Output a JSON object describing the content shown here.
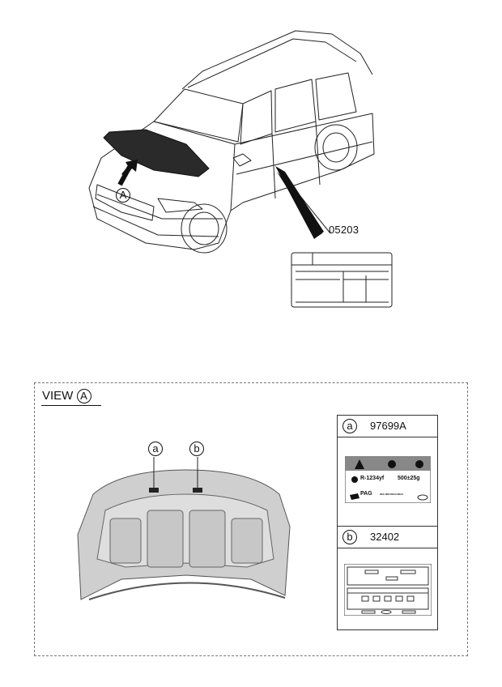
{
  "labels": {
    "callout_A": "A",
    "part_05203": "05203",
    "view_title": "VIEW",
    "view_letter": "A",
    "callout_a": "a",
    "callout_b": "b"
  },
  "legend": [
    {
      "letter": "a",
      "part_no": "97699A"
    },
    {
      "letter": "b",
      "part_no": "32402"
    }
  ],
  "label_a_content": {
    "refrigerant": "R-1234yf",
    "charge": "500±25g",
    "oil": "PAG",
    "oil_codes": "2EG.3EP.2DA3.2DA4"
  }
}
